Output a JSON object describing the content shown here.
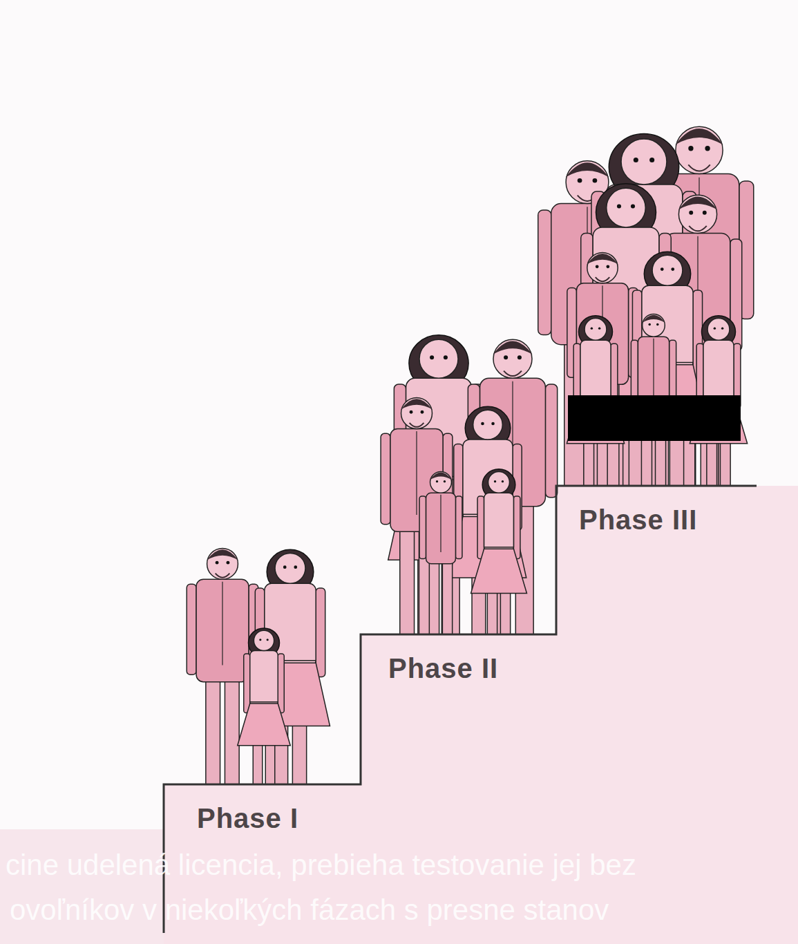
{
  "diagram": {
    "labels": [
      "Phase I",
      "Phase II",
      "Phase III",
      "cine udelená licencia, prebieha testovanie jej bez",
      "ovoľníkov v niekoľkých fázach s presne stanov"
    ]
  }
}
